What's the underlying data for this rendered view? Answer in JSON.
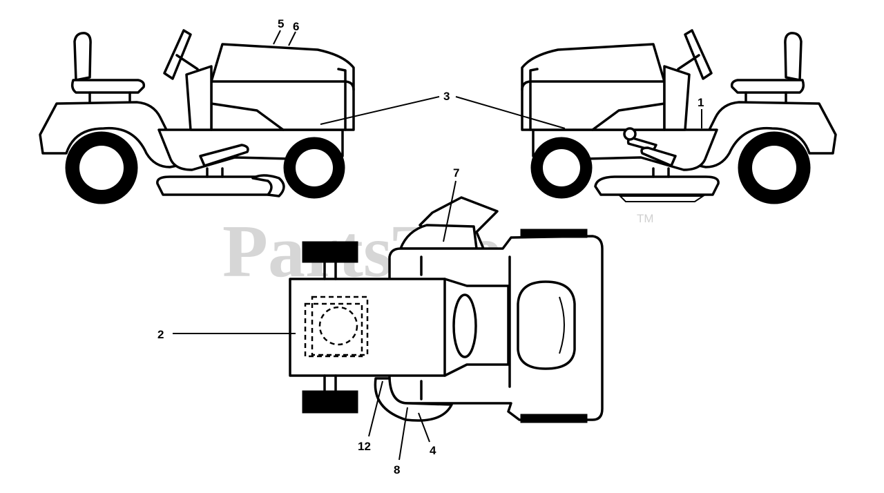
{
  "watermark": {
    "text": "PartsTree",
    "trademark": "TM"
  },
  "callouts": {
    "c1": "1",
    "c2": "2",
    "c3": "3",
    "c4": "4",
    "c5": "5",
    "c6": "6",
    "c7": "7",
    "c8": "8",
    "c12": "12"
  }
}
